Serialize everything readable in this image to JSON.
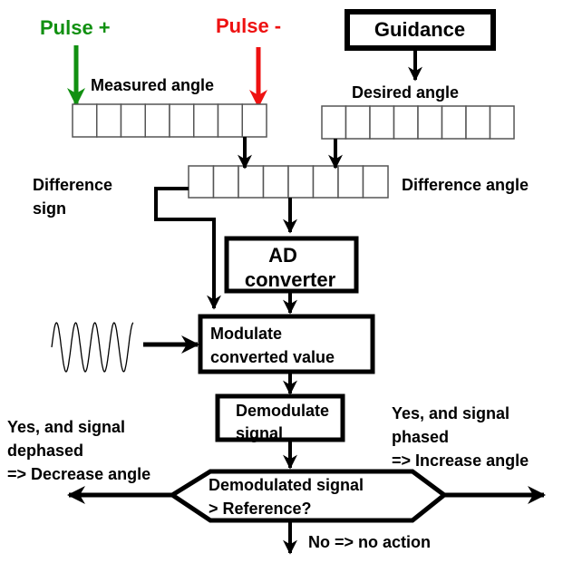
{
  "pulse_plus": {
    "label": "Pulse +",
    "color": "#119011"
  },
  "pulse_minus": {
    "label": "Pulse -",
    "color": "#ee1111"
  },
  "guidance": {
    "label": "Guidance"
  },
  "measured_angle": {
    "label": "Measured angle",
    "cells": 8
  },
  "desired_angle": {
    "label": "Desired angle",
    "cells": 8
  },
  "difference_angle": {
    "label": "Difference angle",
    "cells": 8
  },
  "difference_sign": {
    "line1": "Difference",
    "line2": "sign"
  },
  "ad_converter": {
    "line1": "AD",
    "line2": "converter"
  },
  "modulate": {
    "line1": "Modulate",
    "line2": "converted value"
  },
  "carrier_icon": "sine-wave",
  "demodulate": {
    "line1": "Demodulate",
    "line2": "signal"
  },
  "decision": {
    "line1": "Demodulated signal",
    "line2": "> Reference?"
  },
  "left_outcome": {
    "line1": "Yes, and signal",
    "line2": "dephased",
    "line3": "=> Decrease angle"
  },
  "right_outcome": {
    "line1": "Yes, and signal",
    "line2": "phased",
    "line3": "=> Increase angle"
  },
  "bottom_outcome": {
    "label": "No => no action"
  }
}
